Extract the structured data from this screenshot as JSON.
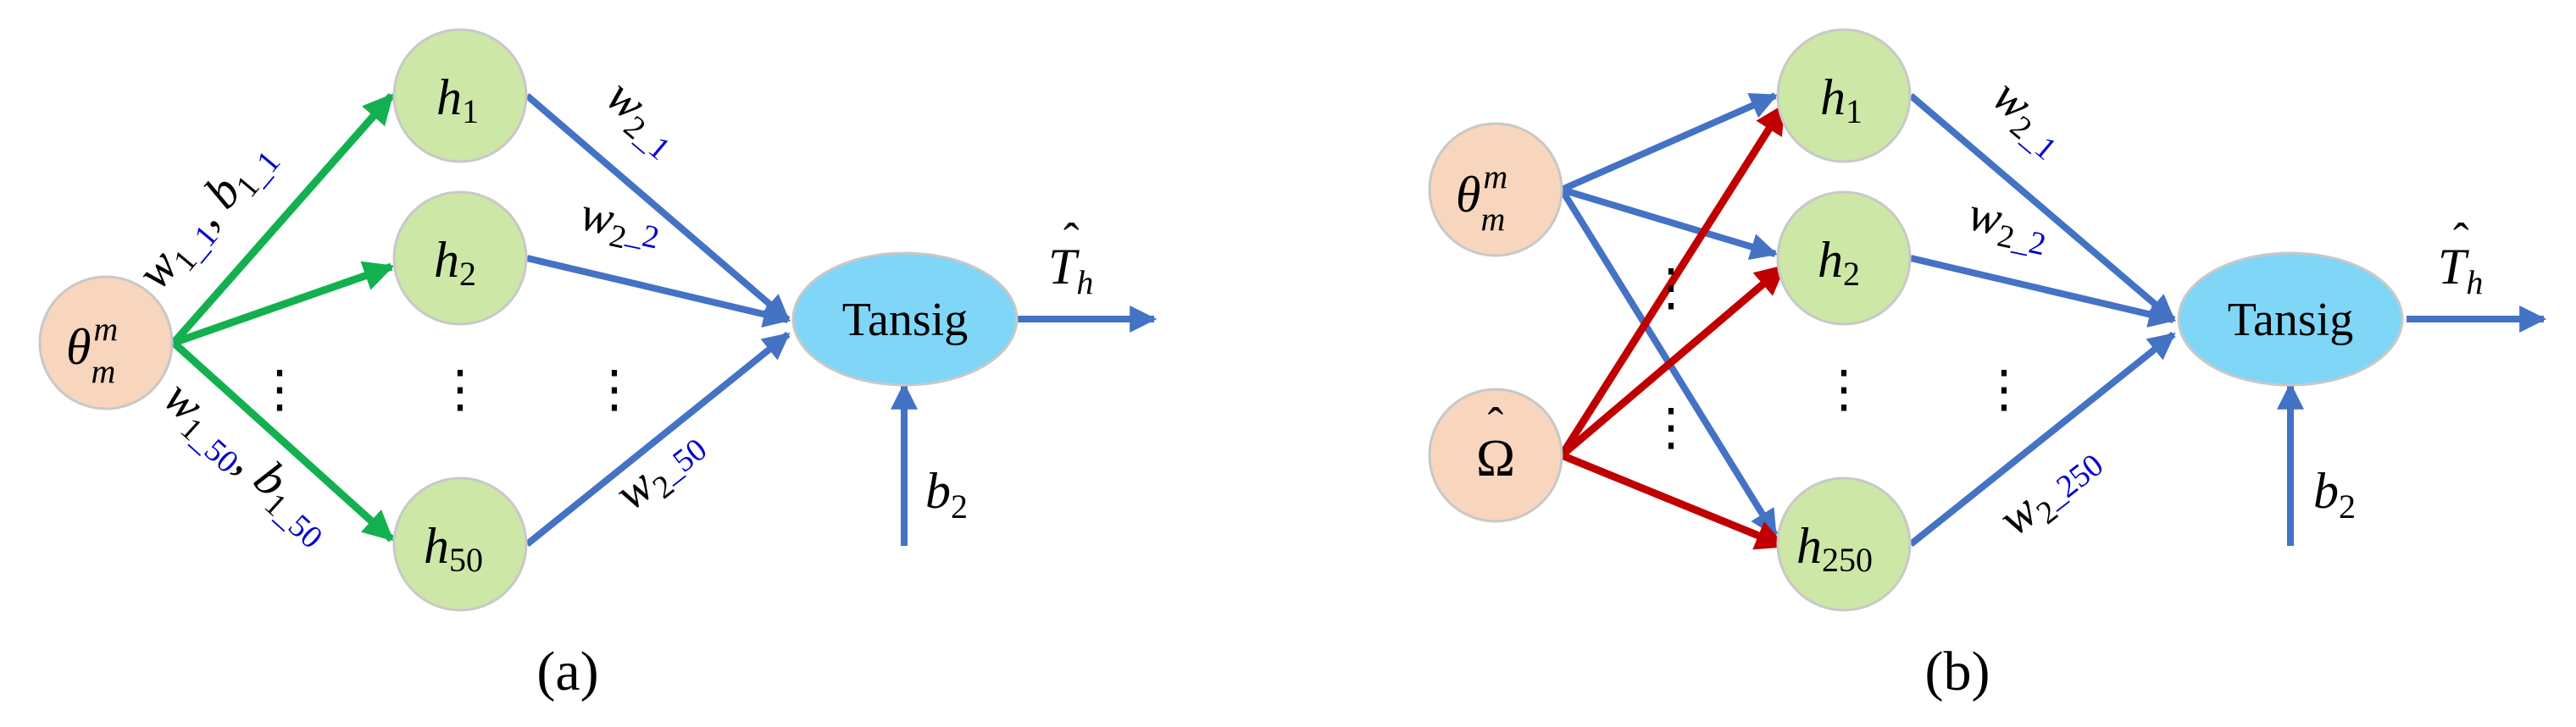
{
  "colors": {
    "input_fill": "#f8d5bd",
    "hidden_fill": "#cde7a6",
    "tansig_fill": "#7fd6f6",
    "node_stroke": "#c8c8c8",
    "blue_edge": "#4472c4",
    "green_edge": "#13b050",
    "red_edge": "#c00000",
    "sub_blue": "#0000cc"
  },
  "panel_a": {
    "caption": "(a)",
    "input": {
      "sym": "θ",
      "sup": "m",
      "sub": "m"
    },
    "hidden": [
      {
        "sym": "h",
        "sub": "1"
      },
      {
        "sym": "h",
        "sub": "2"
      },
      {
        "sym": "h",
        "sub": "50"
      }
    ],
    "dots": "⋮",
    "tansig": "Tansig",
    "output": {
      "sym": "T",
      "hat": "ˆ",
      "sub": "h"
    },
    "bias": {
      "sym": "b",
      "sub": "2"
    },
    "labels": {
      "w11_b11": {
        "w": "w",
        "w_sub_black": "1",
        "w_sub_blue": "_1",
        "sep": ",",
        "b": "b",
        "b_sub_black": "1",
        "b_sub_blue": "_1"
      },
      "w150_b150": {
        "w": "w",
        "w_sub_black": "1",
        "w_sub_blue": "_50",
        "sep": ",",
        "b": "b",
        "b_sub_black": "1",
        "b_sub_blue": "_50"
      },
      "w21": {
        "w": "w",
        "sub_black": "2",
        "sub_blue": "_1"
      },
      "w22": {
        "w": "w",
        "sub_black": "2",
        "sub_blue": "_2"
      },
      "w250": {
        "w": "w",
        "sub_black": "2",
        "sub_blue": "_50"
      }
    }
  },
  "panel_b": {
    "caption": "(b)",
    "input1": {
      "sym": "θ",
      "sup": "m",
      "sub": "m"
    },
    "input2": {
      "sym": "Ω",
      "hat": "ˆ"
    },
    "hidden": [
      {
        "sym": "h",
        "sub": "1"
      },
      {
        "sym": "h",
        "sub": "2"
      },
      {
        "sym": "h",
        "sub": "250"
      }
    ],
    "dots": "⋮",
    "tansig": "Tansig",
    "output": {
      "sym": "T",
      "hat": "ˆ",
      "sub": "h"
    },
    "bias": {
      "sym": "b",
      "sub": "2"
    },
    "labels": {
      "w21": {
        "w": "w",
        "sub_black": "2",
        "sub_blue": "_1"
      },
      "w22": {
        "w": "w",
        "sub_black": "2",
        "sub_blue": "_2"
      },
      "w2250": {
        "w": "w",
        "sub_black": "2",
        "sub_blue": "_250"
      }
    }
  }
}
